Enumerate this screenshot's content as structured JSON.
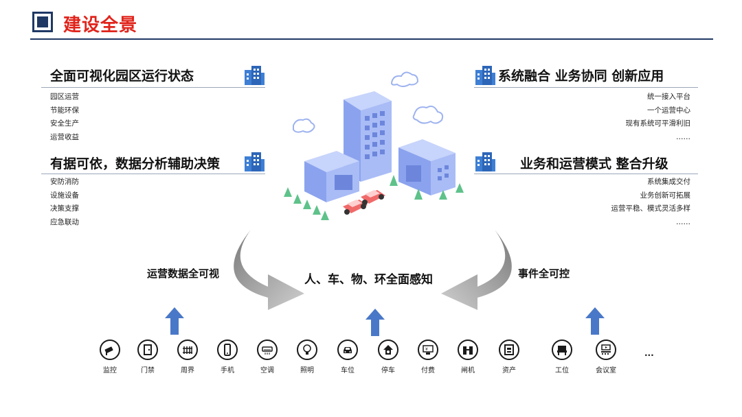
{
  "header": {
    "title": "建设全景"
  },
  "top_left": {
    "title": "全面可视化园区运行状态",
    "items": [
      "园区运营",
      "节能环保",
      "安全生产",
      "运营收益"
    ]
  },
  "mid_left": {
    "title": "有据可依，数据分析辅助决策",
    "items": [
      "安防消防",
      "设施设备",
      "决策支撑",
      "应急联动"
    ]
  },
  "top_right": {
    "title": "系统融合 业务协同 创新应用",
    "items": [
      "统一接入平台",
      "一个运营中心",
      "现有系统可平滑利旧",
      "……"
    ]
  },
  "mid_right": {
    "title": "业务和运营模式 整合升级",
    "items": [
      "系统集成交付",
      "业务创新可拓展",
      "运营平稳、模式灵活多样",
      "……"
    ]
  },
  "flow": {
    "left": "运营数据全可视",
    "center": "人、车、物、环全面感知",
    "right": "事件全可控"
  },
  "devices": [
    {
      "label": "监控",
      "icon": "camera-icon"
    },
    {
      "label": "门禁",
      "icon": "door-icon"
    },
    {
      "label": "周界",
      "icon": "fence-icon"
    },
    {
      "label": "手机",
      "icon": "phone-icon"
    },
    {
      "label": "空调",
      "icon": "air-conditioner-icon"
    },
    {
      "label": "照明",
      "icon": "bulb-icon"
    },
    {
      "label": "车位",
      "icon": "car-icon"
    },
    {
      "label": "停车",
      "icon": "parking-icon"
    },
    {
      "label": "付费",
      "icon": "payment-icon"
    },
    {
      "label": "闸机",
      "icon": "gate-icon"
    },
    {
      "label": "资产",
      "icon": "asset-icon"
    },
    {
      "label": "工位",
      "icon": "workstation-icon"
    },
    {
      "label": "会议室",
      "icon": "meeting-room-icon"
    }
  ],
  "more": "...",
  "colors": {
    "accent": "#e0241b",
    "navy": "#1f3864",
    "arrow_blue": "#4a78c8",
    "building": "#8fa8f0"
  }
}
